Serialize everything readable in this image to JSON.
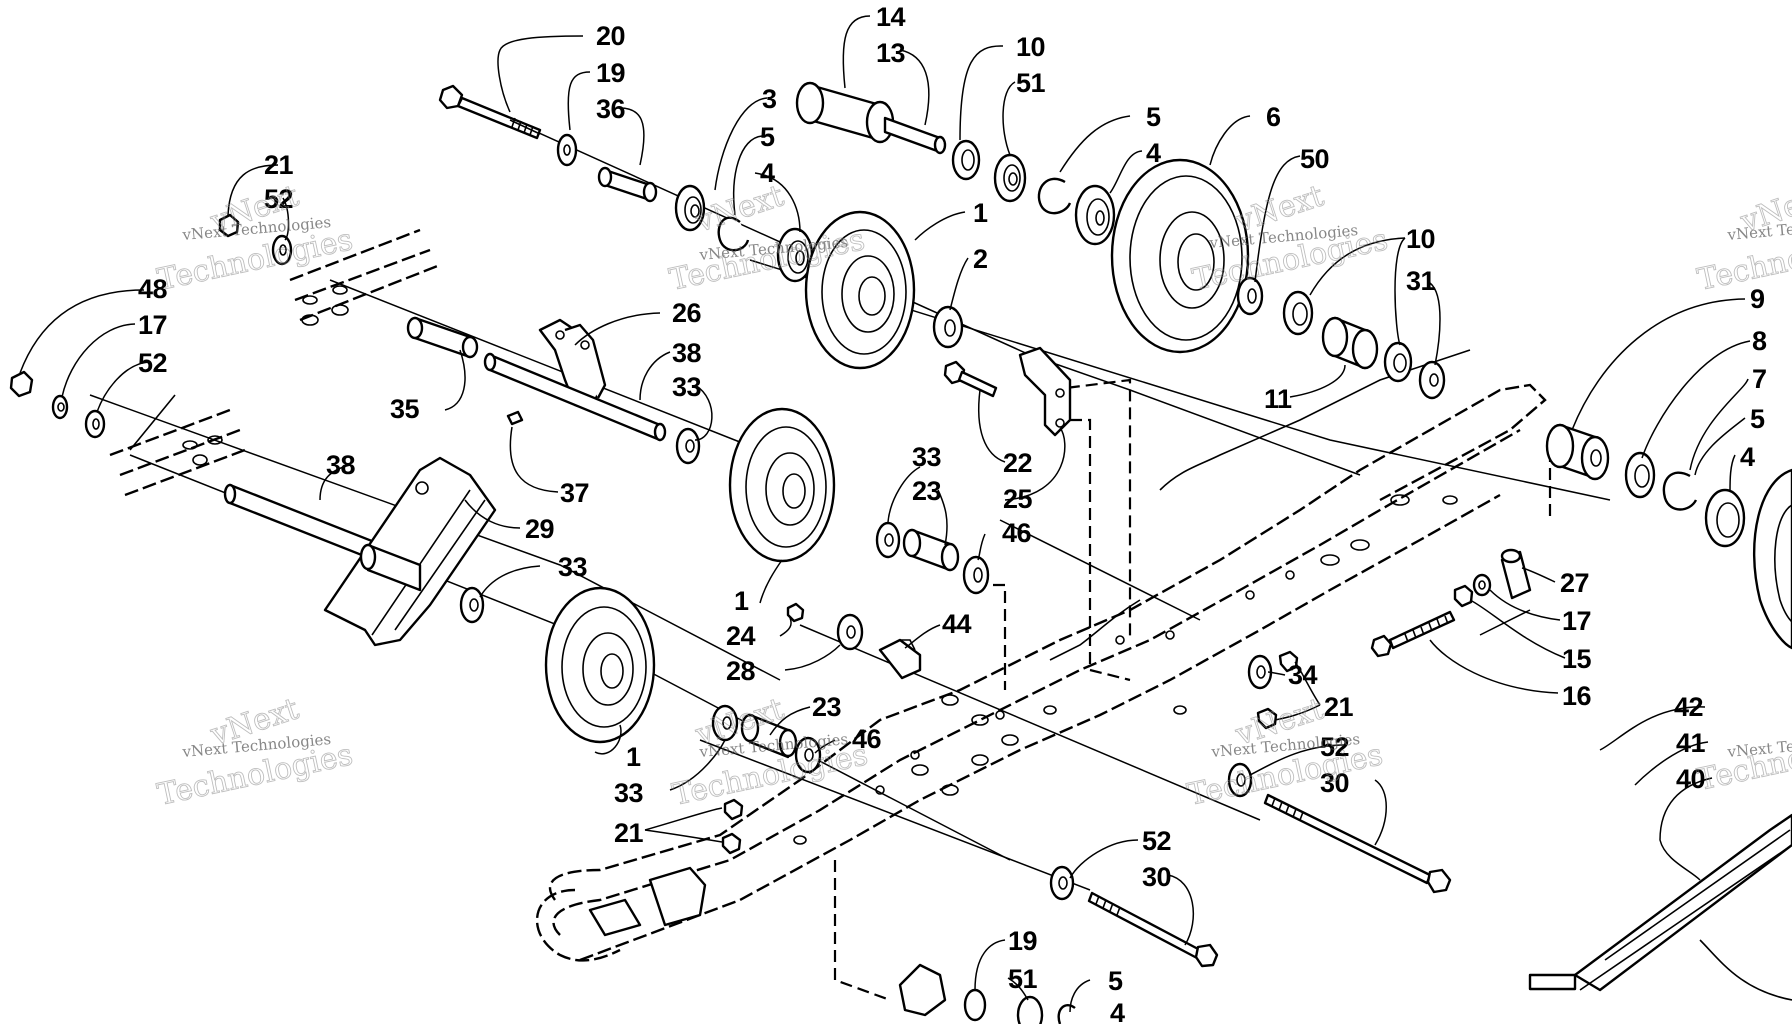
{
  "watermark": {
    "primary": "vNext",
    "secondary": "Technologies",
    "full": "vNext Technologies"
  },
  "callouts": [
    "20",
    "19",
    "36",
    "14",
    "13",
    "10",
    "51",
    "5",
    "4",
    "6",
    "50",
    "3",
    "5",
    "4",
    "1",
    "2",
    "10",
    "31",
    "11",
    "9",
    "8",
    "7",
    "5",
    "4",
    "21",
    "52",
    "48",
    "17",
    "52",
    "26",
    "38",
    "33",
    "35",
    "37",
    "38",
    "29",
    "33",
    "22",
    "25",
    "33",
    "23",
    "46",
    "1",
    "24",
    "28",
    "44",
    "34",
    "21",
    "27",
    "17",
    "15",
    "16",
    "23",
    "46",
    "1",
    "33",
    "21",
    "52",
    "30",
    "52",
    "30",
    "42",
    "41",
    "40",
    "19",
    "51",
    "5",
    "4"
  ]
}
